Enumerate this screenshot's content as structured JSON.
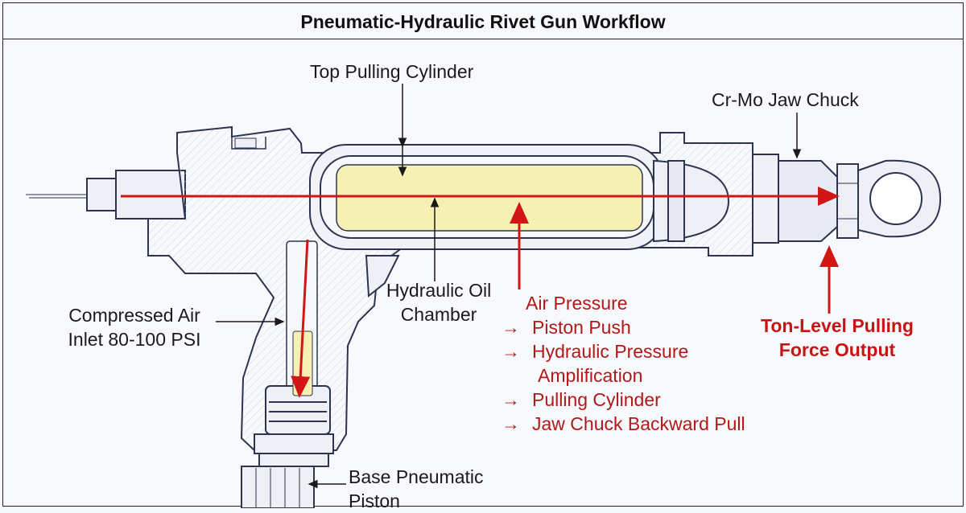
{
  "title": "Pneumatic-Hydraulic Rivet Gun Workflow",
  "labels": {
    "top_pulling_cylinder": "Top Pulling Cylinder",
    "jaw_chuck": "Cr-Mo Jaw Chuck",
    "hydraulic_oil_chamber": [
      "Hydraulic Oil",
      "Chamber"
    ],
    "compressed_air_inlet": [
      "Compressed Air",
      "Inlet 80-100 PSI"
    ],
    "base_pneumatic_piston": [
      "Base Pneumatic",
      "Piston"
    ]
  },
  "workflow": {
    "heading": "Air Pressure",
    "arrow_glyph": "→",
    "steps": [
      "Piston Push",
      "Hydraulic Pressure",
      "Pulling Cylinder",
      "Jaw Chuck Backward Pull"
    ],
    "step_continuation": "Amplification"
  },
  "output": [
    "Ton-Level Pulling",
    "Force Output"
  ],
  "colors": {
    "flow_arrow": "#d21616",
    "line_art": "#2b3550",
    "oil_fill": "#f6f0b4",
    "hatch": "#cfd4e2"
  }
}
